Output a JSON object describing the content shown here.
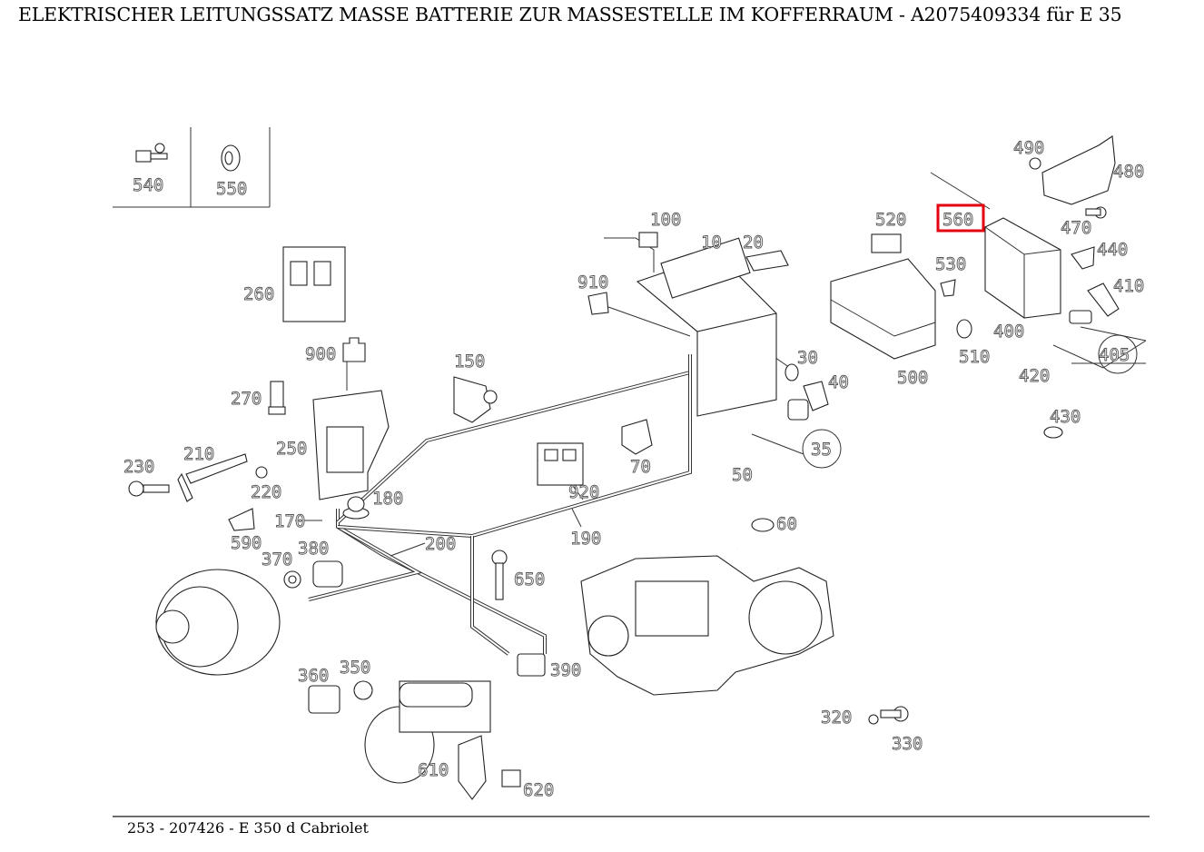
{
  "header": {
    "title": "ELEKTRISCHER LEITUNGSSATZ MASSE BATTERIE ZUR MASSESTELLE IM KOFFERRAUM - A2075409334 für E 35"
  },
  "footer": {
    "caption": "253 - 207426 - E 350 d Cabriolet"
  },
  "highlight": {
    "part_number": "560",
    "color": "#e3000f"
  },
  "parts": [
    {
      "id": "540",
      "label": "540"
    },
    {
      "id": "550",
      "label": "550"
    },
    {
      "id": "260",
      "label": "260"
    },
    {
      "id": "900",
      "label": "900"
    },
    {
      "id": "270",
      "label": "270"
    },
    {
      "id": "250",
      "label": "250"
    },
    {
      "id": "150",
      "label": "150"
    },
    {
      "id": "230",
      "label": "230"
    },
    {
      "id": "210",
      "label": "210"
    },
    {
      "id": "220",
      "label": "220"
    },
    {
      "id": "170",
      "label": "170"
    },
    {
      "id": "180",
      "label": "180"
    },
    {
      "id": "590",
      "label": "590"
    },
    {
      "id": "370",
      "label": "370"
    },
    {
      "id": "380",
      "label": "380"
    },
    {
      "id": "200",
      "label": "200"
    },
    {
      "id": "360",
      "label": "360"
    },
    {
      "id": "350",
      "label": "350"
    },
    {
      "id": "610",
      "label": "610"
    },
    {
      "id": "620",
      "label": "620"
    },
    {
      "id": "100",
      "label": "100"
    },
    {
      "id": "10",
      "label": "10"
    },
    {
      "id": "20",
      "label": "20"
    },
    {
      "id": "910",
      "label": "910"
    },
    {
      "id": "30",
      "label": "30"
    },
    {
      "id": "40",
      "label": "40"
    },
    {
      "id": "35",
      "label": "35"
    },
    {
      "id": "50",
      "label": "50"
    },
    {
      "id": "60",
      "label": "60"
    },
    {
      "id": "920",
      "label": "920"
    },
    {
      "id": "70",
      "label": "70"
    },
    {
      "id": "190",
      "label": "190"
    },
    {
      "id": "650",
      "label": "650"
    },
    {
      "id": "390",
      "label": "390"
    },
    {
      "id": "320",
      "label": "320"
    },
    {
      "id": "330",
      "label": "330"
    },
    {
      "id": "520",
      "label": "520"
    },
    {
      "id": "560",
      "label": "560"
    },
    {
      "id": "530",
      "label": "530"
    },
    {
      "id": "500",
      "label": "500"
    },
    {
      "id": "510",
      "label": "510"
    },
    {
      "id": "400",
      "label": "400"
    },
    {
      "id": "490",
      "label": "490"
    },
    {
      "id": "480",
      "label": "480"
    },
    {
      "id": "470",
      "label": "470"
    },
    {
      "id": "440",
      "label": "440"
    },
    {
      "id": "410",
      "label": "410"
    },
    {
      "id": "405",
      "label": "405"
    },
    {
      "id": "420",
      "label": "420"
    },
    {
      "id": "430",
      "label": "430"
    }
  ]
}
